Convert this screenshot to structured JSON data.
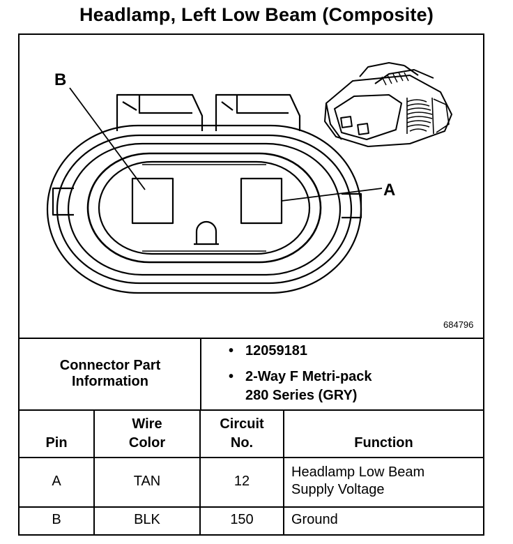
{
  "title": "Headlamp, Left Low Beam (Composite)",
  "figure_number": "684796",
  "pin_labels": {
    "a": "A",
    "b": "B"
  },
  "connector_info": {
    "label_line1": "Connector Part",
    "label_line2": "Information",
    "items": [
      {
        "bullet": "•",
        "line1": "12059181",
        "line2": ""
      },
      {
        "bullet": "•",
        "line1": "2-Way F Metri-pack",
        "line2": "280 Series (GRY)"
      }
    ]
  },
  "table": {
    "headers": {
      "pin": "Pin",
      "wire_color_line1": "Wire",
      "wire_color_line2": "Color",
      "circuit_line1": "Circuit",
      "circuit_line2": "No.",
      "function": "Function"
    },
    "rows": [
      {
        "pin": "A",
        "wire_color": "TAN",
        "circuit": "12",
        "function_line1": "Headlamp Low Beam",
        "function_line2": "Supply Voltage"
      },
      {
        "pin": "B",
        "wire_color": "BLK",
        "circuit": "150",
        "function_line1": "Ground",
        "function_line2": ""
      }
    ]
  }
}
